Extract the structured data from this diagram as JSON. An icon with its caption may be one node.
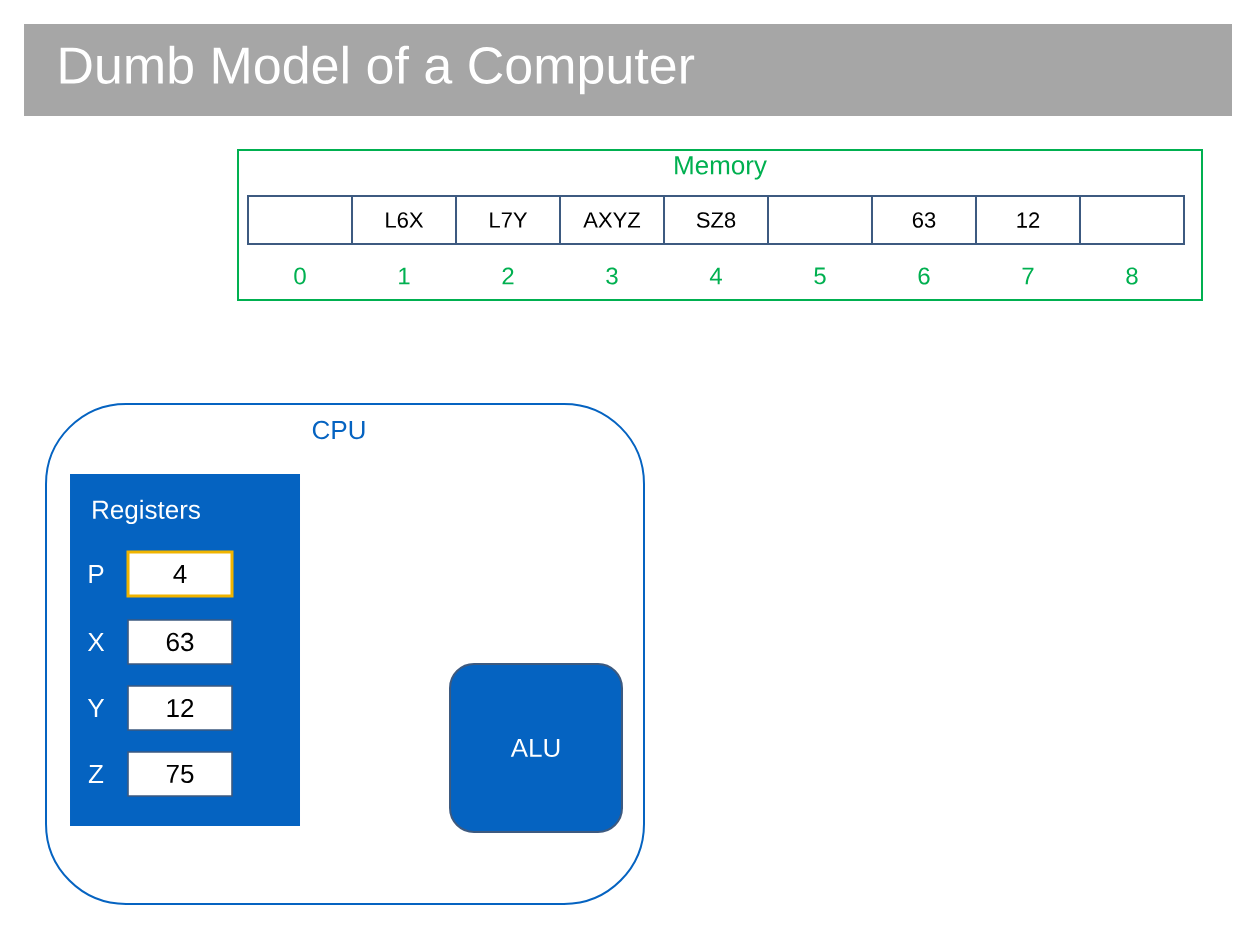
{
  "diagram": {
    "title": "Dumb Model of a Computer",
    "nodes": [
      {
        "text": [
          "Memory"
        ]
      },
      {
        "text": [],
        "shape": "box",
        "in": 0,
        "beside": [
          "0"
        ]
      },
      {
        "text": [
          "L6X"
        ],
        "in": 0,
        "beside": [
          "1"
        ]
      },
      {
        "text": [
          "L7Y"
        ],
        "in": 0,
        "beside": [
          "2"
        ]
      },
      {
        "text": [
          "AXYZ"
        ],
        "in": 0,
        "beside": [
          "3"
        ]
      },
      {
        "text": [
          "SZ8"
        ],
        "in": 0,
        "beside": [
          "4"
        ]
      },
      {
        "text": [],
        "shape": "box",
        "in": 0,
        "beside": [
          "5"
        ]
      },
      {
        "text": [
          "63"
        ],
        "in": 0,
        "beside": [
          "6"
        ]
      },
      {
        "text": [
          "12"
        ],
        "in": 0,
        "beside": [
          "7"
        ]
      },
      {
        "text": [],
        "shape": "box",
        "in": 0,
        "beside": [
          "8"
        ]
      },
      {
        "text": [
          "CPU"
        ]
      },
      {
        "text": [
          "Registers"
        ],
        "in": 10
      },
      {
        "text": [
          "4"
        ],
        "in": 11,
        "beside": [
          "P"
        ]
      },
      {
        "text": [
          "63"
        ],
        "in": 11,
        "beside": [
          "X"
        ]
      },
      {
        "text": [
          "12"
        ],
        "in": 11,
        "beside": [
          "Y"
        ]
      },
      {
        "text": [
          "75"
        ],
        "in": 11,
        "beside": [
          "Z"
        ]
      },
      {
        "text": [
          "ALU"
        ],
        "in": 10
      }
    ]
  }
}
